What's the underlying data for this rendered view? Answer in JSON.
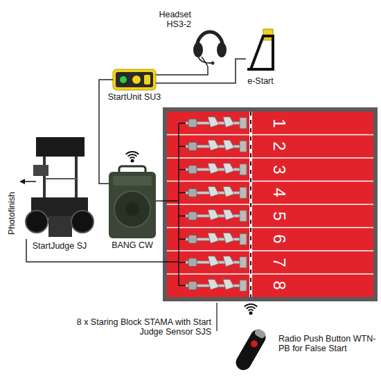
{
  "diagram": {
    "nodes": [
      {
        "text": [
          "Headset HS3-2"
        ]
      },
      {
        "text": [
          "e-Start"
        ]
      },
      {
        "text": [
          "StartUnit SU3"
        ]
      },
      {
        "text": [
          "StartJudge SJ"
        ]
      },
      {
        "text": [
          "BANG CW"
        ]
      },
      {
        "text": [
          "8 x Staring Block STAMA with Start Judge Sensor SJS"
        ]
      },
      {
        "text": [
          "Radio Push Button WTN-PB for False Start"
        ]
      }
    ],
    "edges": [
      {
        "from": 2,
        "to": 0,
        "arrow": "none"
      },
      {
        "from": 2,
        "to": 1,
        "arrow": "none"
      },
      {
        "from": 2,
        "to": 4,
        "arrow": "none"
      },
      {
        "from": 4,
        "to": 5,
        "arrow": "none"
      },
      {
        "from": 3,
        "to": 5,
        "arrow": "none"
      }
    ],
    "labels": [
      "Photofinish",
      "1",
      "2",
      "3",
      "4",
      "5",
      "6",
      "7",
      "8"
    ]
  }
}
